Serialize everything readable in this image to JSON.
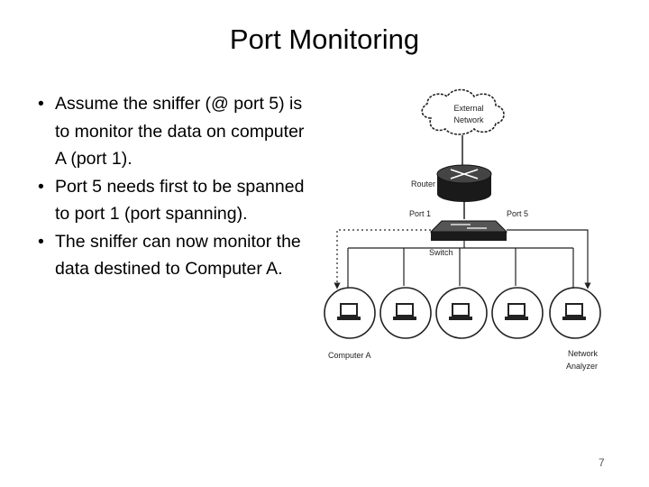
{
  "slide": {
    "title": "Port Monitoring",
    "bullets": [
      "Assume the sniffer (@ port 5) is to monitor the data on computer A (port 1).",
      "Port 5 needs first to be spanned to port 1 (port spanning).",
      "The sniffer can now monitor the data destined to Computer A."
    ],
    "page_number": "7"
  },
  "diagram": {
    "cloud_label_line1": "External",
    "cloud_label_line2": "Network",
    "router_label": "Router",
    "switch_label": "Switch",
    "port1_label": "Port 1",
    "port5_label": "Port 5",
    "computer_a_label": "Computer A",
    "analyzer_label_line1": "Network",
    "analyzer_label_line2": "Analyzer"
  }
}
